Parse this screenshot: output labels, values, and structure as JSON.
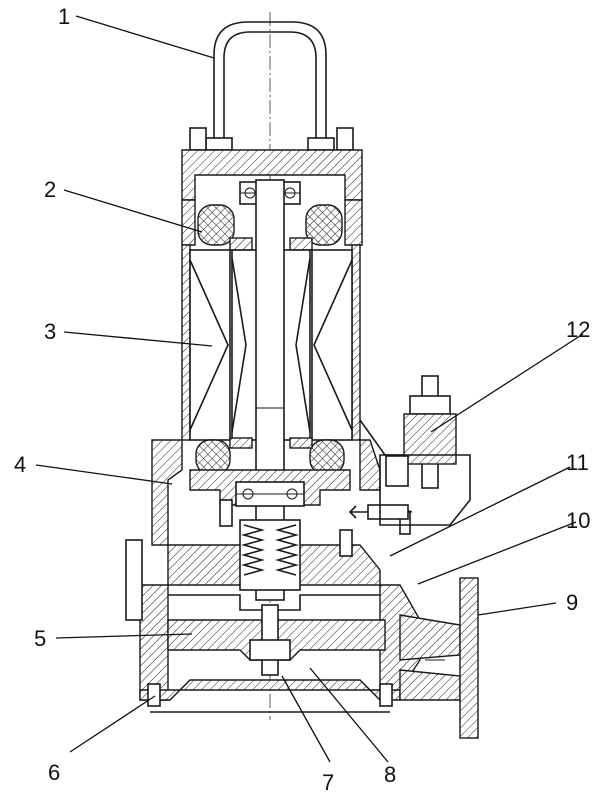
{
  "callouts": [
    {
      "label": "1"
    },
    {
      "label": "2"
    },
    {
      "label": "3"
    },
    {
      "label": "4"
    },
    {
      "label": "5"
    },
    {
      "label": "6"
    },
    {
      "label": "7"
    },
    {
      "label": "8"
    },
    {
      "label": "9"
    },
    {
      "label": "10"
    },
    {
      "label": "11"
    },
    {
      "label": "12"
    }
  ],
  "colors": {
    "line": "#1a1a1a",
    "background": "#ffffff"
  }
}
